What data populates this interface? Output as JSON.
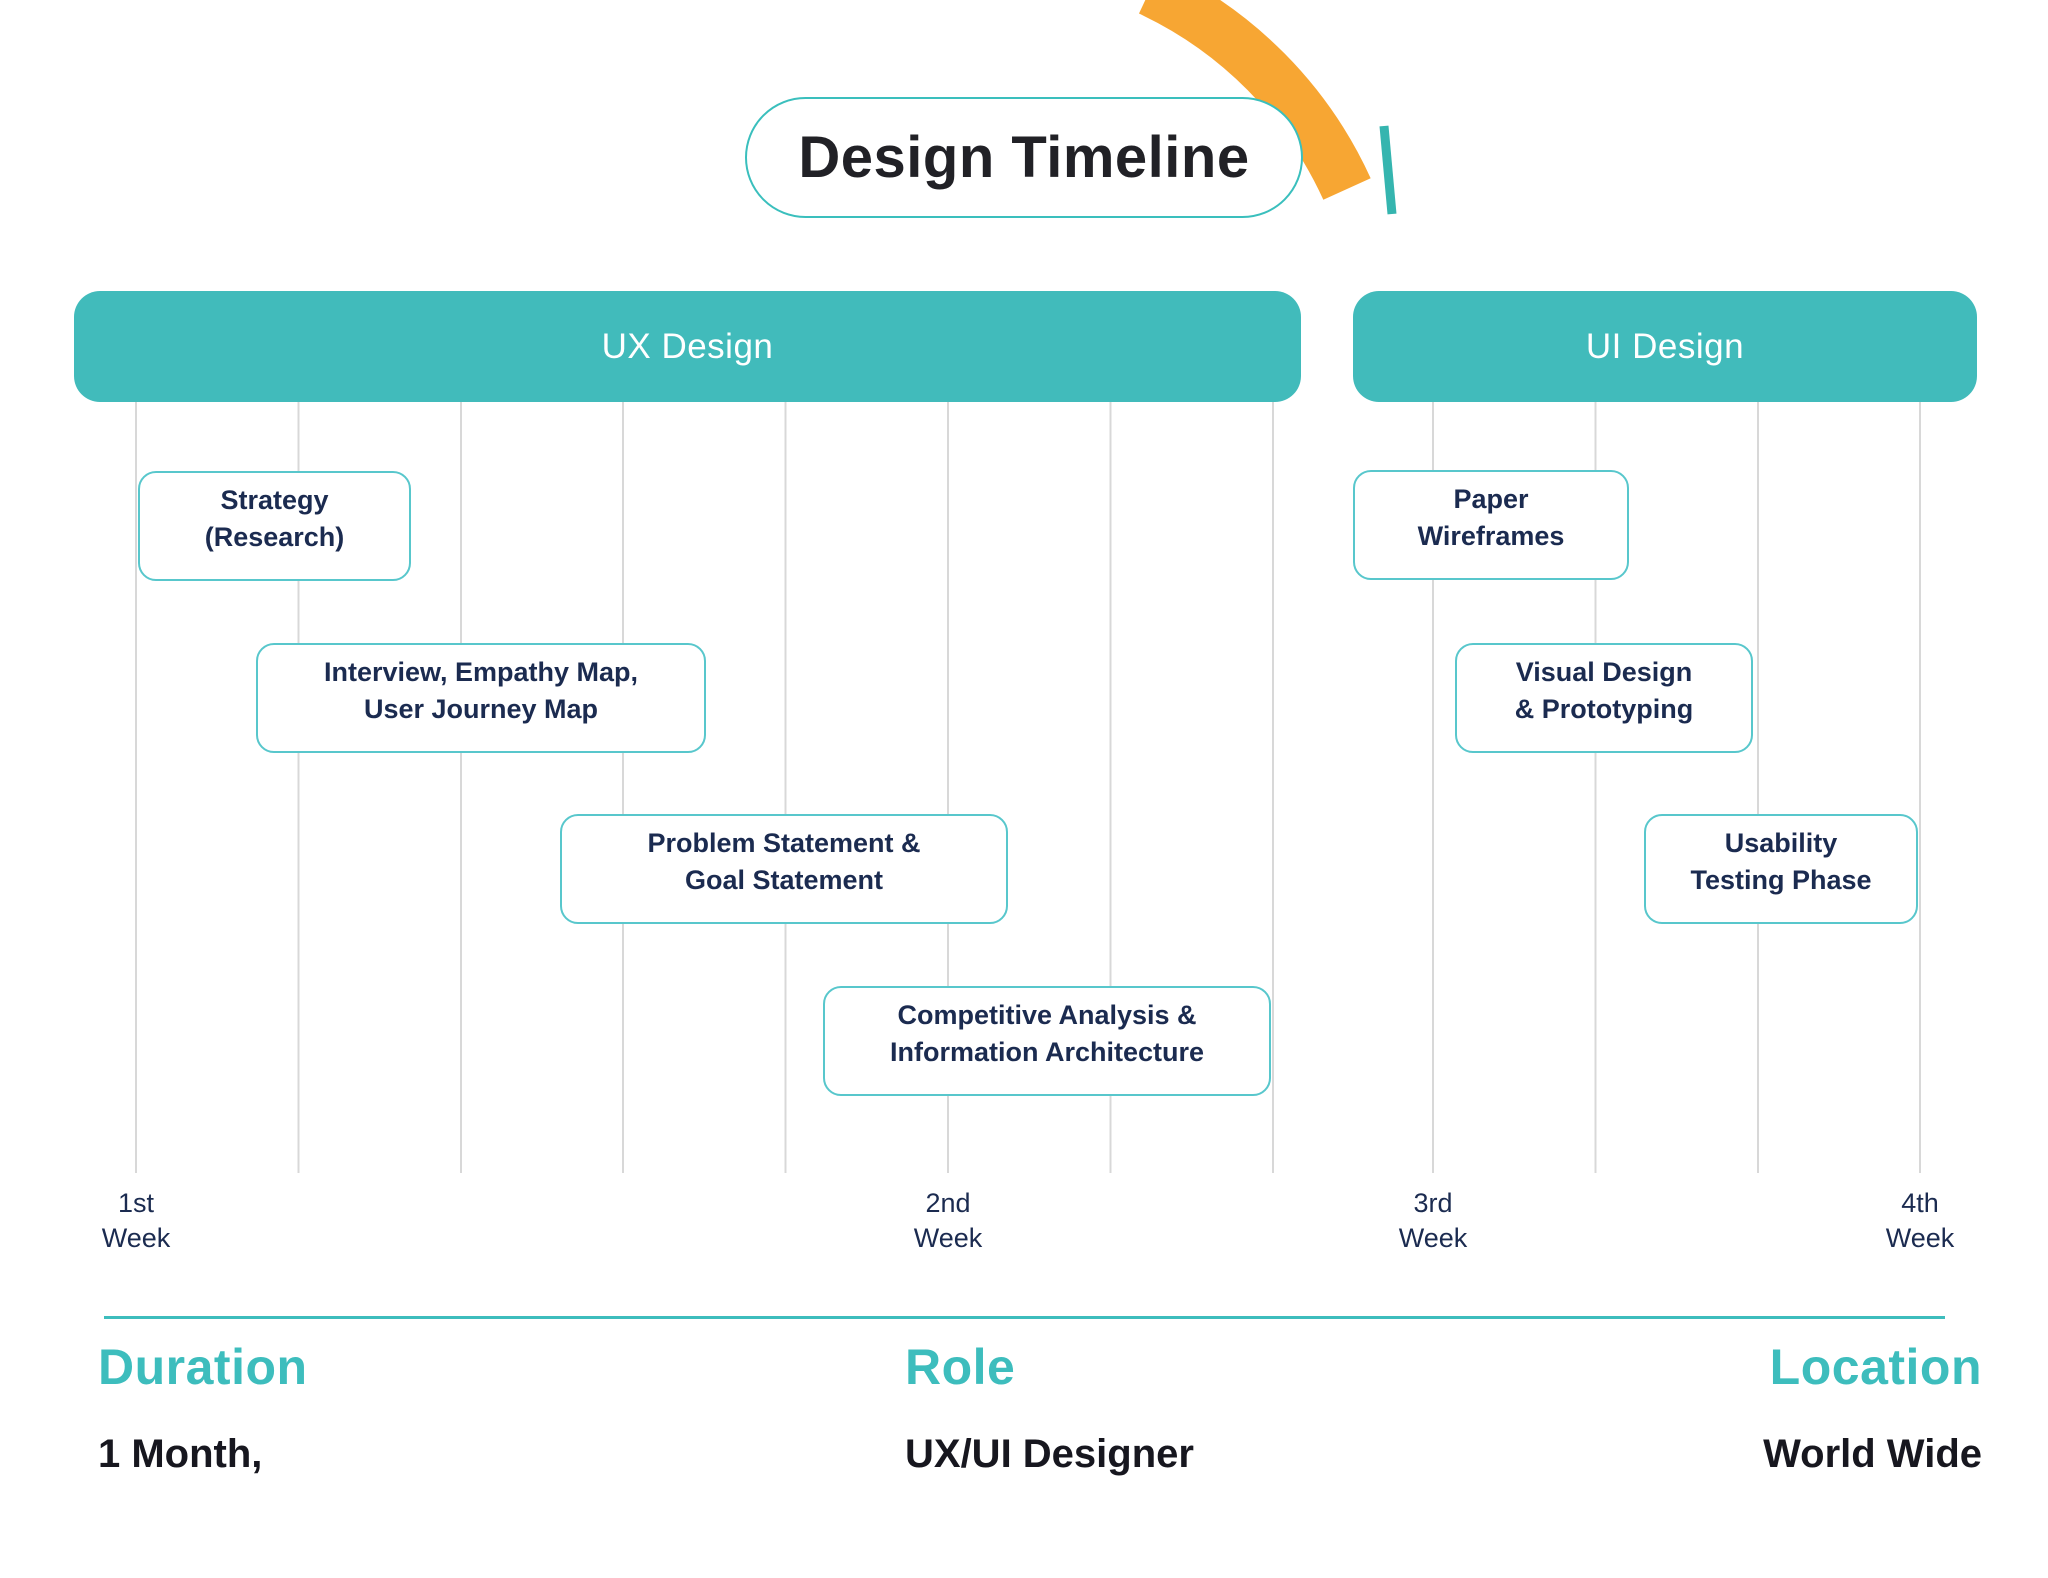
{
  "title": "Design Timeline",
  "sections": [
    {
      "label": "UX Design"
    },
    {
      "label": "UI Design"
    }
  ],
  "tasks": [
    {
      "line1": "Strategy",
      "line2": "(Research)"
    },
    {
      "line1": "Interview, Empathy Map,",
      "line2": "User Journey Map"
    },
    {
      "line1": "Problem Statement &",
      "line2": "Goal Statement"
    },
    {
      "line1": "Competitive Analysis &",
      "line2": "Information Architecture"
    },
    {
      "line1": "Paper",
      "line2": "Wireframes"
    },
    {
      "line1": "Visual Design",
      "line2": "& Prototyping"
    },
    {
      "line1": "Usability",
      "line2": "Testing Phase"
    }
  ],
  "weeks": [
    {
      "line1": "1st",
      "line2": "Week"
    },
    {
      "line1": "2nd",
      "line2": "Week"
    },
    {
      "line1": "3rd",
      "line2": "Week"
    },
    {
      "line1": "4th",
      "line2": "Week"
    }
  ],
  "footer": {
    "columns": [
      {
        "label": "Duration",
        "value": "1 Month,"
      },
      {
        "label": "Role",
        "value": "UX/UI Designer"
      },
      {
        "label": "Location",
        "value": "World Wide"
      }
    ]
  },
  "colors": {
    "teal_bar": "#41BBBB",
    "teal_accent": "#3DBDBD",
    "task_border": "#58C7CC",
    "navy_text": "#1B2B50",
    "dark_text": "#212126",
    "orange_accent": "#F7A633",
    "gridline": "#D8D8D8"
  }
}
